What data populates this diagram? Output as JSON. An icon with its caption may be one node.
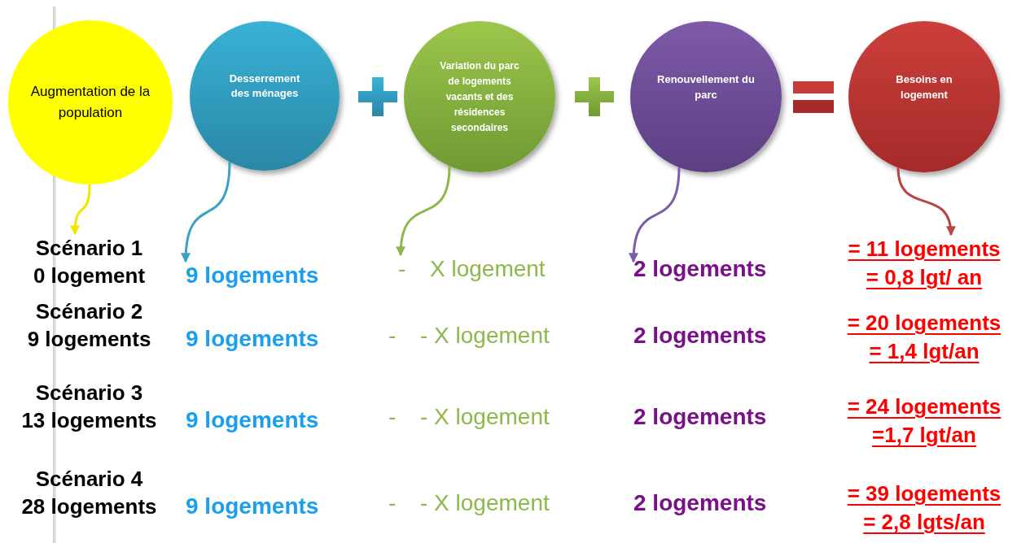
{
  "diagram": {
    "nodes": [
      {
        "text": [
          "Augmentation de la population"
        ]
      },
      {
        "text": [
          "Desserrement des ménages"
        ]
      },
      {
        "text": [
          "Variation du parc de logements vacants et des résidences secondaires"
        ]
      },
      {
        "text": [
          "Renouvellement du parc"
        ]
      },
      {
        "text": [
          "Besoins en logement"
        ]
      },
      {
        "text": [
          "Scénario 1",
          "0 logement"
        ]
      },
      {
        "text": [
          "9 logements"
        ]
      },
      {
        "text": [
          "-",
          "X logement"
        ]
      },
      {
        "text": [
          "2 logements"
        ]
      },
      {
        "text": [
          "= 11 logements",
          "= 0,8 lgt/ an"
        ]
      }
    ],
    "edges": [
      {
        "from": 0,
        "to": 5,
        "arrow": "to",
        "color": "#f2e600"
      },
      {
        "from": 1,
        "to": 6,
        "arrow": "to",
        "color": "#3aa3c4"
      },
      {
        "from": 2,
        "to": 7,
        "arrow": "to",
        "color": "#8db84a"
      },
      {
        "from": 3,
        "to": 8,
        "arrow": "to",
        "color": "#7b5ca8"
      },
      {
        "from": 4,
        "to": 9,
        "arrow": "to",
        "color": "#b84444"
      }
    ],
    "labels": [
      "Scénario 2",
      "9 logements",
      "9 logements",
      "-",
      "- X logement",
      "2 logements",
      "= 20 logements",
      "= 1,4 lgt/an",
      "Scénario 3",
      "13 logements",
      "9 logements",
      "-",
      "- X logement",
      "2 logements",
      "= 24 logements",
      "=1,7 lgt/an",
      "Scénario 4",
      "28 logements",
      "9 logements",
      "-",
      "- X logement",
      "2 logements",
      "= 39 logements",
      "= 2,8 lgts/an"
    ]
  }
}
